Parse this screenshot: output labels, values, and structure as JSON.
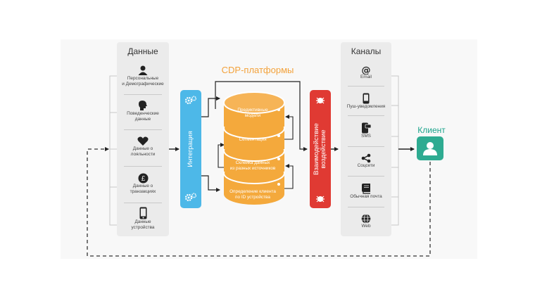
{
  "data_panel": {
    "title": "Данные",
    "items": [
      {
        "label": "Персональные\nи Демографические",
        "icon": "person-icon"
      },
      {
        "label": "Поведенческие\nданные",
        "icon": "head-icon"
      },
      {
        "label": "Данные о\nлояльности",
        "icon": "heart-icon"
      },
      {
        "label": "Данные о\nтранзакциях",
        "icon": "pound-coin-icon"
      },
      {
        "label": "Данные\nустройства",
        "icon": "phone-icon"
      }
    ]
  },
  "integration": {
    "label": "Интеграция",
    "color": "#4db8e8",
    "icon": "gears-icon"
  },
  "cdp": {
    "title": "CDP-платформы",
    "color": "#f4a93c",
    "layers": [
      {
        "label": "Предиктивные\nмодели"
      },
      {
        "label": "Сегментация"
      },
      {
        "label": "Склейка данных\nиз разных источников"
      },
      {
        "label": "Определение клиента\nпо ID устройства"
      }
    ]
  },
  "interaction": {
    "label": "Взаимодействие",
    "sublabel": "воздействие",
    "color": "#e03a33",
    "icon": "bug-icon"
  },
  "channels_panel": {
    "title": "Каналы",
    "items": [
      {
        "label": "Email",
        "icon": "at-icon"
      },
      {
        "label": "Пуш-уведомления",
        "icon": "mobile-icon"
      },
      {
        "label": "SMS",
        "icon": "sms-icon"
      },
      {
        "label": "Соцсети",
        "icon": "share-icon"
      },
      {
        "label": "Обычная почта",
        "icon": "book-icon"
      },
      {
        "label": "Web",
        "icon": "globe-icon"
      }
    ]
  },
  "client": {
    "title": "Клиент",
    "color": "#2eab91",
    "icon": "user-icon"
  }
}
